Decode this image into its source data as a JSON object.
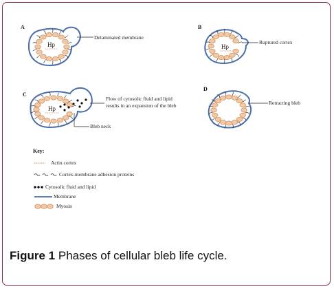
{
  "panels": {
    "a": {
      "letter": "A",
      "hp": "Hp",
      "label": "Delaminated membrane"
    },
    "b": {
      "letter": "B",
      "hp": "Hp",
      "label": "Ruptured cortex"
    },
    "c": {
      "letter": "C",
      "hp": "Hp",
      "label_line1": "Flow of cytosolic fluid and lipid",
      "label_line2": "results in an expansion of the bleb",
      "neck_label": "Bleb neck"
    },
    "d": {
      "letter": "D",
      "label": "Retracting bleb"
    }
  },
  "key": {
    "title": "Key:",
    "items": [
      {
        "icon": "actin-cortex-symbol",
        "label": "Actin cortex"
      },
      {
        "icon": "adhesion-protein-symbol",
        "label": "Cortex-membrane adhesion proteins"
      },
      {
        "icon": "cytosolic-dots-symbol",
        "label": "Cytosolic fluid and lipid"
      },
      {
        "icon": "membrane-line-symbol",
        "label": "Membrane"
      },
      {
        "icon": "myosin-ovals-symbol",
        "label": "Myosin"
      }
    ]
  },
  "caption": {
    "prefix": "Figure 1",
    "text": "Phases of cellular bleb life cycle."
  },
  "colors": {
    "membrane": "#4a6ea9",
    "myosin_fill": "#f4c8a3",
    "myosin_stroke": "#c98c5a",
    "actin": "#d78a6e",
    "frame": "#8e2a57"
  }
}
